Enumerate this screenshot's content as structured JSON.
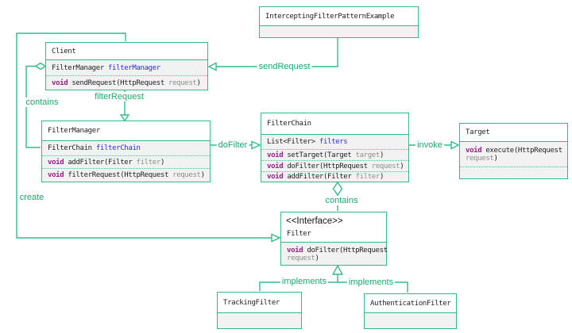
{
  "colors": {
    "line_green": "#2ebd87",
    "separator_green": "#45c493",
    "label_green": "#1ca86d",
    "keyword_magenta": "#96208c",
    "field_blue": "#2b2bd5",
    "param_gray": "#8e8e88",
    "body_fill": "#f2f2f2",
    "header_fill": "#ffffff"
  },
  "classes": {
    "example": {
      "title": "InterceptingFilterPatternExample"
    },
    "client": {
      "title": "Client",
      "attr": {
        "type": "FilterManager ",
        "name": "filterManager"
      },
      "m0": {
        "kw": "void",
        "sig": " sendRequest(HttpRequest ",
        "param": "request",
        "close": ")"
      }
    },
    "filtermanager": {
      "title": "FilterManager",
      "attr": {
        "type": "FilterChain ",
        "name": "filterChain"
      },
      "m0": {
        "kw": "void",
        "sig": " addFilter(Filter ",
        "param": "filter",
        "close": ")"
      },
      "m1": {
        "kw": "void",
        "sig": " filterRequest(HttpRequest ",
        "param": "request",
        "close": ")"
      }
    },
    "filterchain": {
      "title": "FilterChain",
      "attr": {
        "type": "List<Filter> ",
        "name": "filters"
      },
      "m0": {
        "kw": "void",
        "sig": " setTarget(Target ",
        "param": "target",
        "close": ")"
      },
      "m1": {
        "kw": "void",
        "sig": " doFilter(HttpRequest ",
        "param": "request",
        "close": ")"
      },
      "m2": {
        "kw": "void",
        "sig": " addFilter(Filter ",
        "param": "filter",
        "close": ")"
      }
    },
    "target": {
      "title": "Target",
      "m0a": {
        "kw": "void",
        "sig": " execute(HttpRequest"
      },
      "m0b": {
        "param": "request",
        "close": ")"
      }
    },
    "filter": {
      "stereotype": "<<Interface>>",
      "title": "Filter",
      "m0a": {
        "kw": "void",
        "sig": " doFilter(HttpRequest"
      },
      "m0b": {
        "param": "request",
        "close": ")"
      }
    },
    "tracking": {
      "title": "TrackingFilter"
    },
    "auth": {
      "title": "AuthenticationFilter"
    }
  },
  "edge_labels": {
    "send_request": "sendRequest",
    "filter_request": "filterRequest",
    "contains_client": "contains",
    "do_filter": "doFilter",
    "invoke": "invoke",
    "contains_chain": "contains",
    "create": "create",
    "implements_left": "implements",
    "implements_right": "implements"
  }
}
